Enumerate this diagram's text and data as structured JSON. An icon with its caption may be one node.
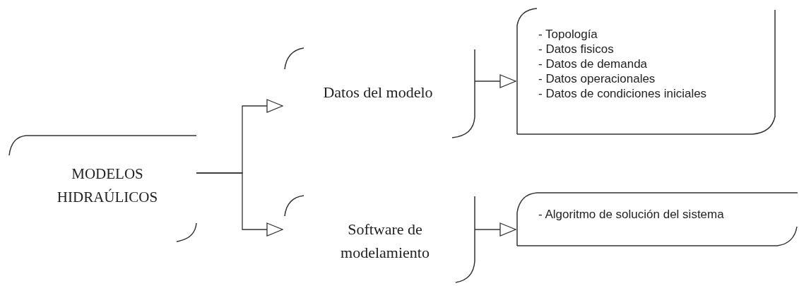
{
  "diagram": {
    "nodes": [
      {
        "text": [
          "MODELOS HIDRAÚLICOS"
        ]
      },
      {
        "text": [
          "Datos del modelo"
        ]
      },
      {
        "text": [
          "Software de modelamiento"
        ]
      },
      {
        "text": [
          "- Topología",
          "- Datos fisicos",
          "- Datos de demanda",
          "- Datos operacionales",
          "- Datos de condiciones iniciales"
        ]
      },
      {
        "text": [
          "- Algoritmo de solución del sistema"
        ]
      }
    ],
    "edges": [
      {
        "from": 0,
        "to": 1,
        "arrow": "to"
      },
      {
        "from": 0,
        "to": 2,
        "arrow": "to"
      },
      {
        "from": 1,
        "to": 3,
        "arrow": "to"
      },
      {
        "from": 2,
        "to": 4,
        "arrow": "to"
      }
    ]
  }
}
